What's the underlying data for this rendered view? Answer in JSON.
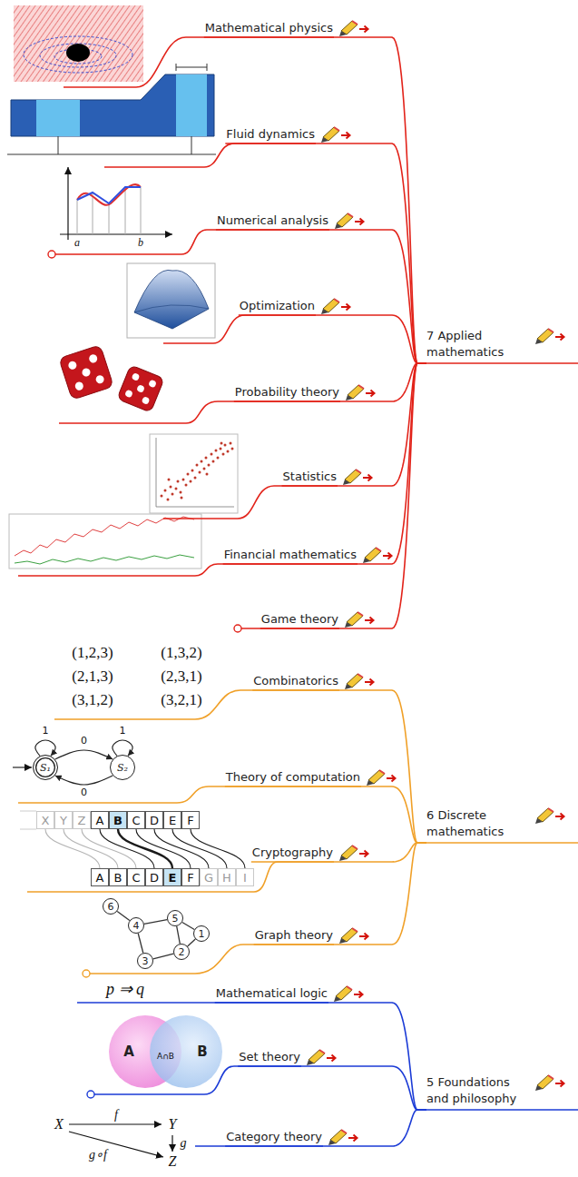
{
  "diagram": {
    "nodes": [
      {
        "text": [
          "Mathematical physics"
        ]
      },
      {
        "text": [
          "Fluid dynamics"
        ]
      },
      {
        "text": [
          "Numerical analysis"
        ]
      },
      {
        "text": [
          "Optimization"
        ]
      },
      {
        "text": [
          "7 Applied mathematics"
        ]
      },
      {
        "text": [
          "Probability theory"
        ]
      },
      {
        "text": [
          "Statistics"
        ]
      },
      {
        "text": [
          "Financial mathematics"
        ]
      },
      {
        "text": [
          "Game theory"
        ]
      },
      {
        "text": [
          "Combinatorics"
        ]
      },
      {
        "text": [
          "S₁"
        ]
      },
      {
        "text": [
          "S₂"
        ]
      },
      {
        "text": [
          "Theory of computation"
        ]
      },
      {
        "text": [
          "X"
        ]
      },
      {
        "text": [
          "Y"
        ]
      },
      {
        "text": [
          "Z"
        ]
      },
      {
        "text": [
          "A"
        ]
      },
      {
        "text": [
          "B"
        ]
      },
      {
        "text": [
          "C"
        ]
      },
      {
        "text": [
          "D"
        ]
      },
      {
        "text": [
          "E"
        ]
      },
      {
        "text": [
          "F"
        ]
      },
      {
        "text": [
          "6 Discrete mathematics"
        ]
      },
      {
        "text": [
          "Cryptography"
        ]
      },
      {
        "text": [
          "A"
        ]
      },
      {
        "text": [
          "B"
        ]
      },
      {
        "text": [
          "C"
        ]
      },
      {
        "text": [
          "D"
        ]
      },
      {
        "text": [
          "E"
        ]
      },
      {
        "text": [
          "F"
        ]
      },
      {
        "text": [
          "G"
        ]
      },
      {
        "text": [
          "H"
        ]
      },
      {
        "text": [
          "I"
        ]
      },
      {
        "text": [
          "6"
        ]
      },
      {
        "text": [
          "5"
        ]
      },
      {
        "text": [
          "4"
        ]
      },
      {
        "text": [
          "1"
        ]
      },
      {
        "text": [
          "Graph theory"
        ]
      },
      {
        "text": [
          "2"
        ]
      },
      {
        "text": [
          "3"
        ]
      },
      {
        "text": [
          "Mathematical logic"
        ]
      },
      {
        "text": [
          "A"
        ]
      },
      {
        "text": [
          "B"
        ]
      },
      {
        "text": [
          "Set theory"
        ]
      },
      {
        "text": [
          "5 Foundations and philosophy"
        ]
      },
      {
        "text": [
          "Category theory"
        ]
      }
    ],
    "edges": [
      {
        "from": 4,
        "to": 0,
        "arrow": "none"
      },
      {
        "from": 4,
        "to": 1,
        "arrow": "none"
      },
      {
        "from": 4,
        "to": 2,
        "arrow": "none"
      },
      {
        "from": 4,
        "to": 3,
        "arrow": "none"
      },
      {
        "from": 4,
        "to": 5,
        "arrow": "none"
      },
      {
        "from": 4,
        "to": 6,
        "arrow": "none"
      },
      {
        "from": 4,
        "to": 7,
        "arrow": "none"
      },
      {
        "from": 4,
        "to": 8,
        "arrow": "none"
      },
      {
        "from": 22,
        "to": 9,
        "arrow": "none"
      },
      {
        "from": 22,
        "to": 12,
        "arrow": "none"
      },
      {
        "from": 22,
        "to": 23,
        "arrow": "none"
      },
      {
        "from": 22,
        "to": 37,
        "arrow": "none"
      },
      {
        "from": 44,
        "to": 40,
        "arrow": "none"
      },
      {
        "from": 44,
        "to": 43,
        "arrow": "none"
      },
      {
        "from": 44,
        "to": 45,
        "arrow": "none"
      },
      {
        "from": 10,
        "to": 11,
        "label": "0",
        "arrow": "to"
      },
      {
        "from": 11,
        "to": 10,
        "label": "0",
        "arrow": "to"
      },
      {
        "from": 10,
        "to": 10,
        "label": "1",
        "arrow": "to"
      },
      {
        "from": 11,
        "to": 11,
        "label": "1",
        "arrow": "to"
      },
      {
        "from": 13,
        "to": 24,
        "arrow": "none"
      },
      {
        "from": 14,
        "to": 25,
        "arrow": "none"
      },
      {
        "from": 15,
        "to": 26,
        "arrow": "none"
      },
      {
        "from": 16,
        "to": 27,
        "arrow": "none"
      },
      {
        "from": 17,
        "to": 28,
        "arrow": "none"
      },
      {
        "from": 18,
        "to": 29,
        "arrow": "none"
      },
      {
        "from": 19,
        "to": 30,
        "arrow": "none"
      },
      {
        "from": 20,
        "to": 31,
        "arrow": "none"
      },
      {
        "from": 21,
        "to": 32,
        "arrow": "none"
      },
      {
        "from": 33,
        "to": 35,
        "arrow": "none"
      },
      {
        "from": 35,
        "to": 34,
        "arrow": "none"
      },
      {
        "from": 35,
        "to": 39,
        "arrow": "none"
      },
      {
        "from": 34,
        "to": 36,
        "arrow": "none"
      },
      {
        "from": 34,
        "to": 38,
        "arrow": "none"
      },
      {
        "from": 36,
        "to": 38,
        "arrow": "none"
      },
      {
        "from": 38,
        "to": 39,
        "arrow": "none"
      }
    ],
    "labels": [
      "a",
      "b",
      "(1,2,3)",
      "(1,3,2)",
      "(2,1,3)",
      "(2,3,1)",
      "(3,1,2)",
      "(3,2,1)",
      "p ⇒ q",
      "A∩B",
      "X",
      "f",
      "Y",
      "g",
      "g∘f",
      "Z"
    ]
  }
}
